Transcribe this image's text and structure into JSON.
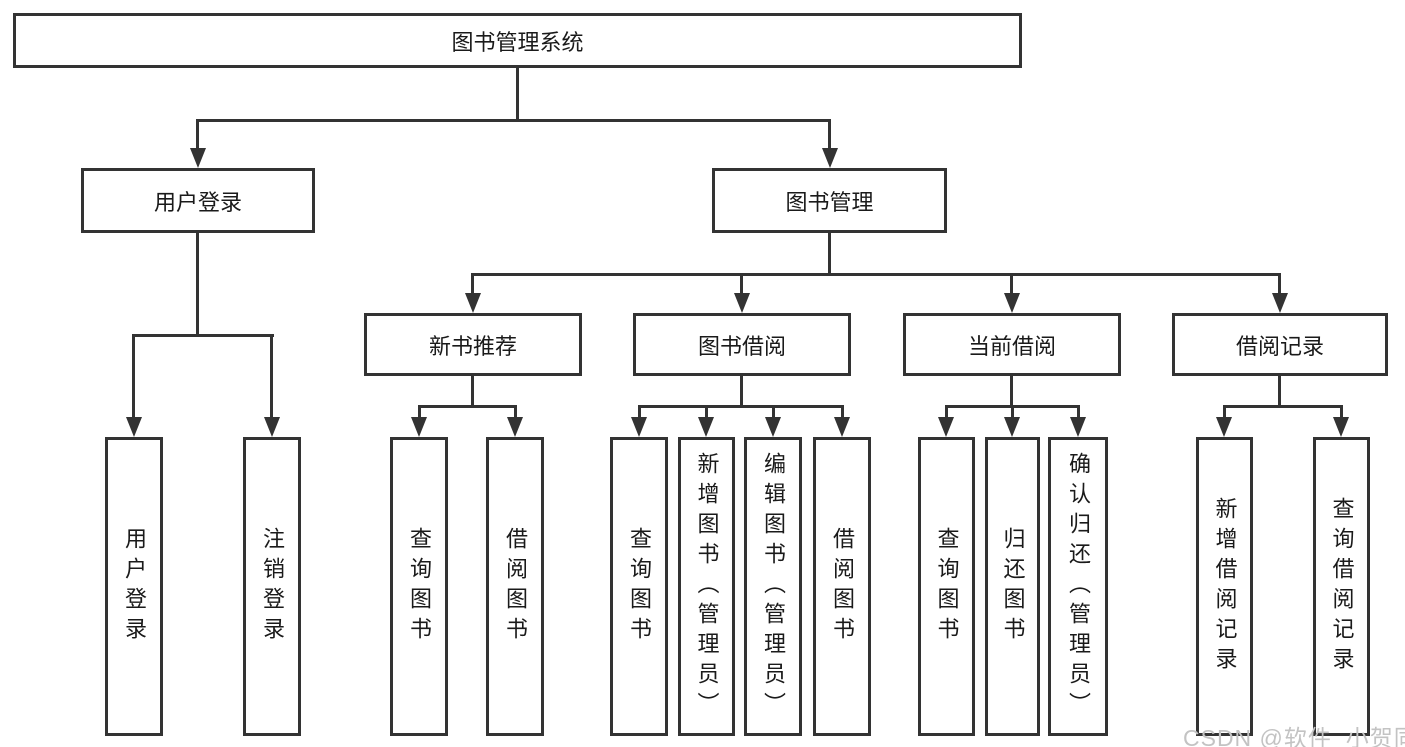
{
  "colors": {
    "line": "#333333",
    "text": "#1a1a1a",
    "background": "#ffffff",
    "watermark": "#c3c3c3"
  },
  "watermark": {
    "text": "CSDN @软件_小贺同学"
  },
  "tree": {
    "root": {
      "label": "图书管理系统"
    },
    "user_login": {
      "label": "用户登录",
      "children": [
        {
          "label": "用户登录"
        },
        {
          "label": "注销登录"
        }
      ]
    },
    "book_mgmt": {
      "label": "图书管理",
      "sections": [
        {
          "label": "新书推荐",
          "children": [
            {
              "label": "查询图书"
            },
            {
              "label": "借阅图书"
            }
          ]
        },
        {
          "label": "图书借阅",
          "children": [
            {
              "label": "查询图书"
            },
            {
              "label": "新增图书（管理员）"
            },
            {
              "label": "编辑图书（管理员）"
            },
            {
              "label": "借阅图书"
            }
          ]
        },
        {
          "label": "当前借阅",
          "children": [
            {
              "label": "查询图书"
            },
            {
              "label": "归还图书"
            },
            {
              "label": "确认归还（管理员）"
            }
          ]
        },
        {
          "label": "借阅记录",
          "children": [
            {
              "label": "新增借阅记录"
            },
            {
              "label": "查询借阅记录"
            }
          ]
        }
      ]
    }
  }
}
